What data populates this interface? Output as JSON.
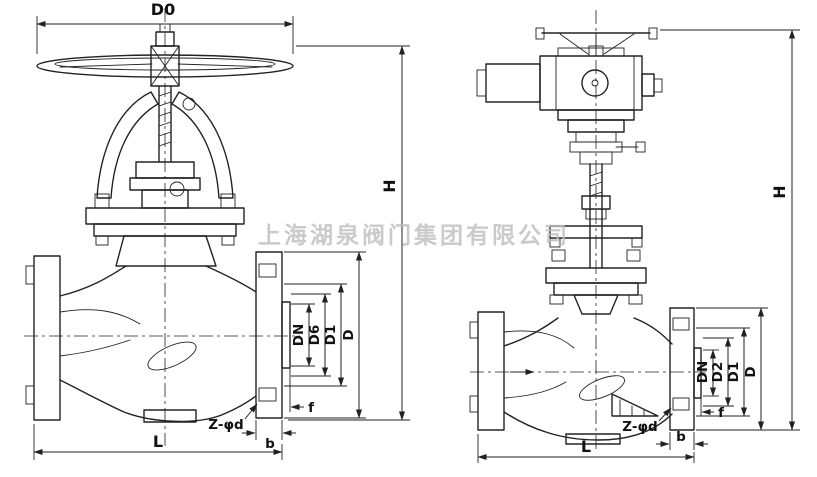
{
  "watermark": "上海湖泉阀门集团有限公司",
  "colors": {
    "line": "#222222",
    "watermark": "#bdbdbd",
    "background": "#ffffff"
  },
  "left_valve": {
    "dims": {
      "D0": "D0",
      "H": "H",
      "DN": "DN",
      "D6": "D6",
      "D1": "D1",
      "D": "D",
      "Zd": "Z-φd",
      "f": "f",
      "b": "b",
      "L": "L"
    }
  },
  "right_valve": {
    "dims": {
      "H": "H",
      "DN": "DN",
      "D2": "D2",
      "D1": "D1",
      "D": "D",
      "Zd": "Z-φd",
      "f": "f",
      "b": "b",
      "L": "L"
    }
  }
}
